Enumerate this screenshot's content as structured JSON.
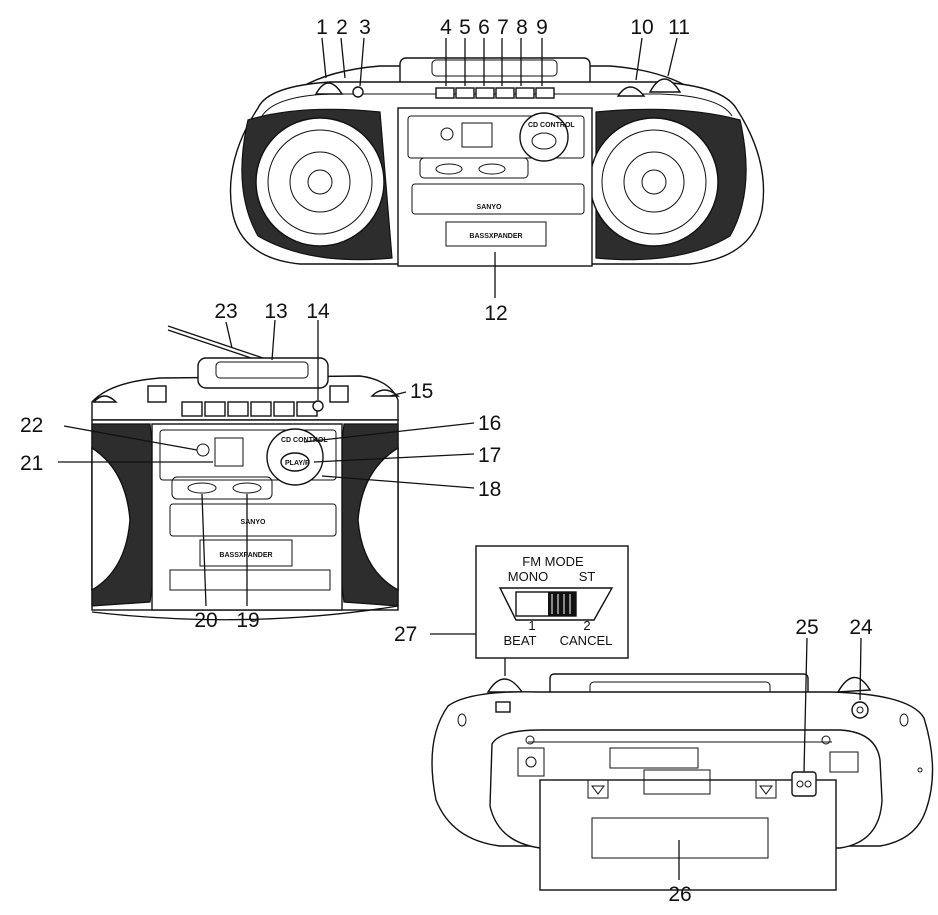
{
  "callouts": {
    "c1": "1",
    "c2": "2",
    "c3": "3",
    "c4": "4",
    "c5": "5",
    "c6": "6",
    "c7": "7",
    "c8": "8",
    "c9": "9",
    "c10": "10",
    "c11": "11",
    "c12": "12",
    "c13": "13",
    "c14": "14",
    "c15": "15",
    "c16": "16",
    "c17": "17",
    "c18": "18",
    "c19": "19",
    "c20": "20",
    "c21": "21",
    "c22": "22",
    "c23": "23",
    "c24": "24",
    "c25": "25",
    "c26": "26",
    "c27": "27"
  },
  "device": {
    "brand": "SANYO",
    "panel_label": "BASSXPANDER",
    "cd_label": "CD CONTROL",
    "play_label": "PLAY/P"
  },
  "switch_inset": {
    "line1": "FM MODE",
    "mono": "MONO",
    "st": "ST",
    "pos1": "1",
    "pos2": "2",
    "beat": "BEAT",
    "cancel": "CANCEL"
  }
}
